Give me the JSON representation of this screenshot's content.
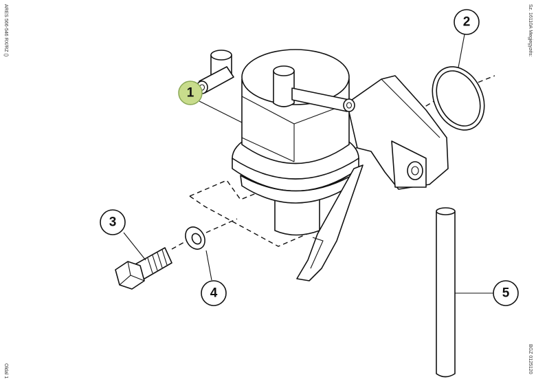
{
  "margin_text": {
    "left_top": "ARES 566-546 RX/RZ ()",
    "left_bottom": "Oldal 1",
    "right_top": "Sz. 16110A  Megjegyzés:",
    "right_bottom": "BGZ 0125120"
  },
  "callouts": [
    {
      "id": "1",
      "label": "1",
      "highlighted": true
    },
    {
      "id": "2",
      "label": "2",
      "highlighted": false
    },
    {
      "id": "3",
      "label": "3",
      "highlighted": false
    },
    {
      "id": "4",
      "label": "4",
      "highlighted": false
    },
    {
      "id": "5",
      "label": "5",
      "highlighted": false
    }
  ],
  "colors": {
    "line": "#111111",
    "highlight_fill": "#c8dc8c",
    "background": "#ffffff"
  }
}
